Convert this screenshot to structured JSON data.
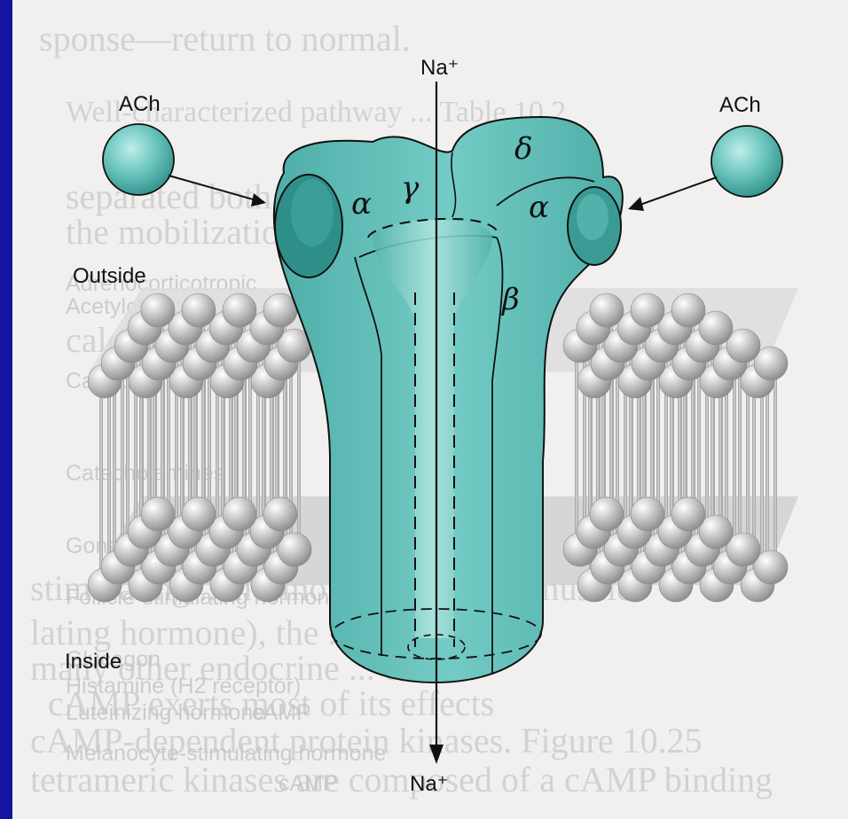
{
  "background_text": {
    "lines": [
      "sponse—return to normal.",
      "Well-characterized pathway ... Table 10.2",
      "separated both ... cellular processes",
      "the mobilization ... breakdown",
      "calcium ... channels",
      "stimulating ... hormones ... smooth muscle",
      "lating hormone), the ...",
      "many other endocrine ... effects",
      "cAMP exerts most of its effects",
      "cAMP-dependent protein kinases. Figure 10.25",
      "tetrameric kinases are composed of a cAMP binding"
    ],
    "table_entries": [
      "Adrenocorticotropic",
      "Acetylcholine",
      "Calcitonin",
      "Catecholamines",
      "Gonadotropin",
      "Follicle-stimulating hormone",
      "Glucagon",
      "Histamine (H2 receptor)",
      "Luteinizing hormone",
      "Melanocyte-stimulating hormone",
      "cAMP",
      "cAMP"
    ]
  },
  "labels": {
    "na_top": "Na⁺",
    "na_bottom": "Na⁺",
    "ach_left": "ACh",
    "ach_right": "ACh",
    "outside": "Outside",
    "inside": "Inside",
    "alpha_left": "α",
    "alpha_right": "α",
    "gamma": "γ",
    "delta": "δ",
    "beta": "β"
  },
  "colors": {
    "frame": "#1414a0",
    "page": "#f1f0ee",
    "receptor": "#5fbdb7",
    "receptor_dark": "#2e8f89",
    "lipid_head": "#bdbdbd",
    "outline": "#111111"
  }
}
